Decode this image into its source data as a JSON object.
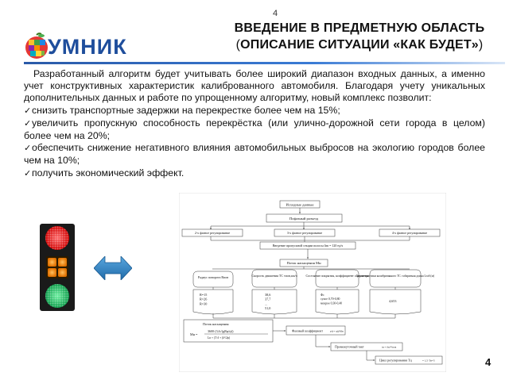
{
  "header": {
    "top_page_number": "4",
    "title_line1": "ВВЕДЕНИЕ В ПРЕДМЕТНУЮ ОБЛАСТЬ",
    "title_line2_pre": "(",
    "title_line2_bold": "ОПИСАНИЕ СИТУАЦИИ «КАК БУДЕТ»",
    "title_line2_post": ")"
  },
  "logo": {
    "text": "УМНИК"
  },
  "content": {
    "intro": "Разработанный алгоритм будет учитывать более широкий диапазон входных данных, а именно учет конструктивных характеристик калиброванного автомобиля. Благодаря учету уникальных дополнительных данных и работе по упрощенному алгоритму, новый комплекс позволит:",
    "bullets": [
      "снизить транспортные задержки на перекрестке более чем на 15%;",
      "увеличить пропускную способность перекрёстка (или улично-дорожной сети города в целом) более чем на 20%;",
      "обеспечить снижение негативного влияния автомобильных выбросов на экологию городов более чем на 10%;",
      "получить экономический эффект."
    ]
  },
  "flowchart": {
    "input": "Исходные данные",
    "phase_split": "Пофазный разъезд",
    "phase2": "2-х фазное регулирование",
    "phase3": "3-х фазное регулирование",
    "phase4": "4-х фазное регулирование",
    "lane_input": "Введение пропускной секции полосы lim = 120 ед/ч",
    "flow_sat": "Поток насыщения Мн",
    "col1_title": "Радиус поворота Rпов",
    "col2_title": "Скорость движения ТС vпов,км/ч",
    "col3_title": "Состояние покрытия, коэффициент сцепления",
    "col4_title": "Характеристики калиброванного ТС: габаритная длина Lгаб (м)",
    "col1_values": "R=15\nR=26\nR=30",
    "col2_values": "38,6\n37,7\n...\n51,0",
    "col3_values": "Фс\nсухое 0,70-0,80\nмокрое 0,30-0,40",
    "col4_values": "4,653",
    "formula_title": "Поток насыщения:",
    "formula_main": "3600·(3,6√(gRφ/ψ))",
    "formula_mn": "Мн =",
    "phase_coef": "Фазовый коэффициент",
    "cycle_short": "Промежуточный такт",
    "cycle_total": "Цикл регулирования Тц"
  },
  "footer": {
    "page_number": "4"
  },
  "colors": {
    "title_accent": "#1f4e9c",
    "arrow": "#2e7dbf",
    "red": "#ff2020",
    "amber": "#ff9a1a",
    "green": "#22c86a"
  }
}
